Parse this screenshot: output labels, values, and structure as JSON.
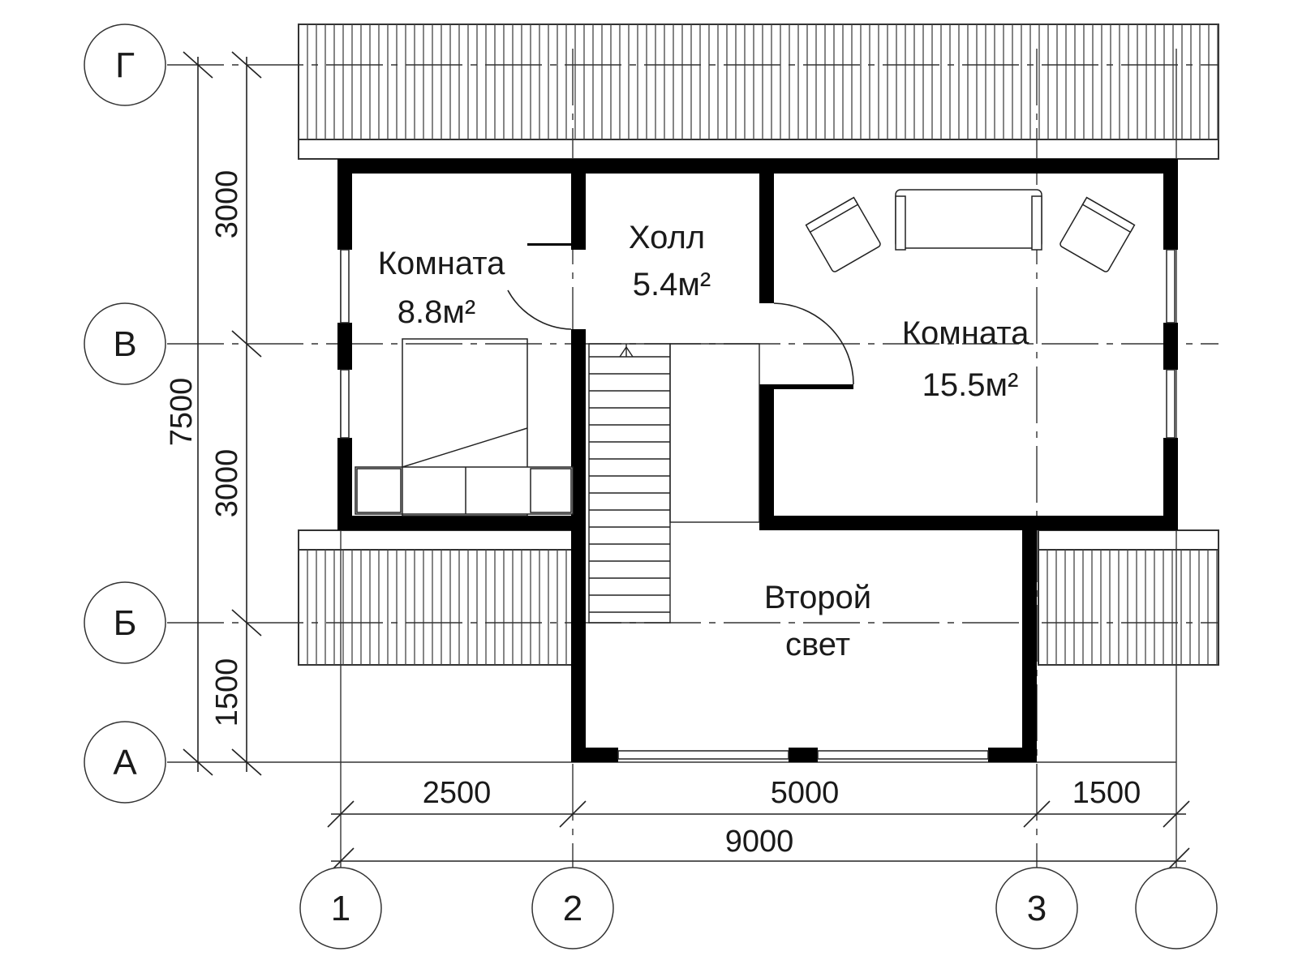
{
  "axes": {
    "rows": [
      {
        "id": "row-g",
        "label": "Г"
      },
      {
        "id": "row-v",
        "label": "В"
      },
      {
        "id": "row-b",
        "label": "Б"
      },
      {
        "id": "row-a",
        "label": "А"
      }
    ],
    "columns": [
      {
        "id": "col-1",
        "label": "1"
      },
      {
        "id": "col-2",
        "label": "2"
      },
      {
        "id": "col-3",
        "label": "3"
      },
      {
        "id": "col-4",
        "label": ""
      }
    ]
  },
  "rooms": {
    "small_room": {
      "name": "Комната",
      "area": "8.8м²"
    },
    "hall": {
      "name": "Холл",
      "area": "5.4м²"
    },
    "large_room": {
      "name": "Комната",
      "area": "15.5м²"
    },
    "second_light": {
      "line1": "Второй",
      "line2": "свет"
    }
  },
  "dimensions": {
    "vertical": {
      "top": "3000",
      "middle": "3000",
      "bottom": "1500",
      "total": "7500"
    },
    "horizontal": {
      "left": "2500",
      "middle": "5000",
      "right": "1500",
      "total": "9000"
    }
  },
  "colors": {
    "ink": "#111111",
    "wall": "#000000",
    "thin": "#333333"
  }
}
